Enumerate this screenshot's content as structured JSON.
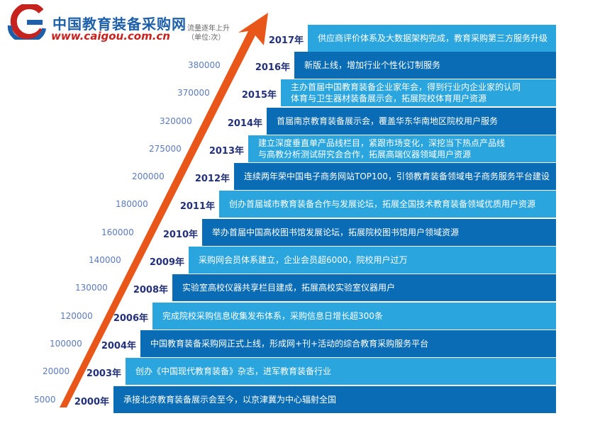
{
  "logo": {
    "name_cn": "中国教育装备采购网",
    "url": "www.caigou.com.cn"
  },
  "note": {
    "line1": "流量逐年上升",
    "line2": "（单位:次）"
  },
  "colors": {
    "arrow": "#e8561a",
    "bar_light": "#2aa5de",
    "bar_dark": "#0a6cb4",
    "year": "#22317a",
    "traffic": "#5b7bbf"
  },
  "milestones": [
    {
      "year": "2017年",
      "traffic": "",
      "lines": [
        "供应商评价体系及大数据架构完成，教育采购第三方服务升级"
      ]
    },
    {
      "year": "2016年",
      "traffic": "380000",
      "lines": [
        "新版上线，增加行业个性化订制服务"
      ]
    },
    {
      "year": "2015年",
      "traffic": "370000",
      "lines": [
        "主办首届中国教育装备企业家年会，得到行业内企业家的认同",
        "体育与卫生器材装备展示会，拓展院校体育用户资源"
      ]
    },
    {
      "year": "2014年",
      "traffic": "320000",
      "lines": [
        "首届南京教育装备展示会，覆盖华东华南地区院校用户服务"
      ]
    },
    {
      "year": "2013年",
      "traffic": "275000",
      "lines": [
        "建立深度垂直单产品线栏目，紧跟市场变化，深挖当下热点产品线",
        "与高教分析测试研究会合作，拓展高端仪器领域用户资源"
      ]
    },
    {
      "year": "2012年",
      "traffic": "200000",
      "lines": [
        "连续两年荣中国电子商务网站TOP100，引领教育装备领域电子商务服务平台建设"
      ]
    },
    {
      "year": "2011年",
      "traffic": "180000",
      "lines": [
        "创办首届城市教育装备合作与发展论坛，拓展全国技术教育装备领域优质用户资源"
      ]
    },
    {
      "year": "2010年",
      "traffic": "160000",
      "lines": [
        "举办首届中国高校图书馆发展论坛，拓展院校图书馆用户领域资源"
      ]
    },
    {
      "year": "2009年",
      "traffic": "140000",
      "lines": [
        "采购网会员体系建立，企业会员超6000，院校用户过万"
      ]
    },
    {
      "year": "2008年",
      "traffic": "130000",
      "lines": [
        "实验室高校仪器共享栏目建成，拓展高校实验室仪器用户"
      ]
    },
    {
      "year": "2006年",
      "traffic": "120000",
      "lines": [
        "完成院校采购信息收集发布体系，采购信息日增长超300条"
      ]
    },
    {
      "year": "2004年",
      "traffic": "100000",
      "lines": [
        "中国教育装备采购网正式上线，形成网+刊+活动的综合教育采购服务平台"
      ]
    },
    {
      "year": "2003年",
      "traffic": "20000",
      "lines": [
        "创办《中国现代教育装备》杂志，进军教育装备行业"
      ]
    },
    {
      "year": "2000年",
      "traffic": "5000",
      "lines": [
        "承接北京教育装备展示会至今，以京津冀为中心辐射全国"
      ]
    }
  ]
}
